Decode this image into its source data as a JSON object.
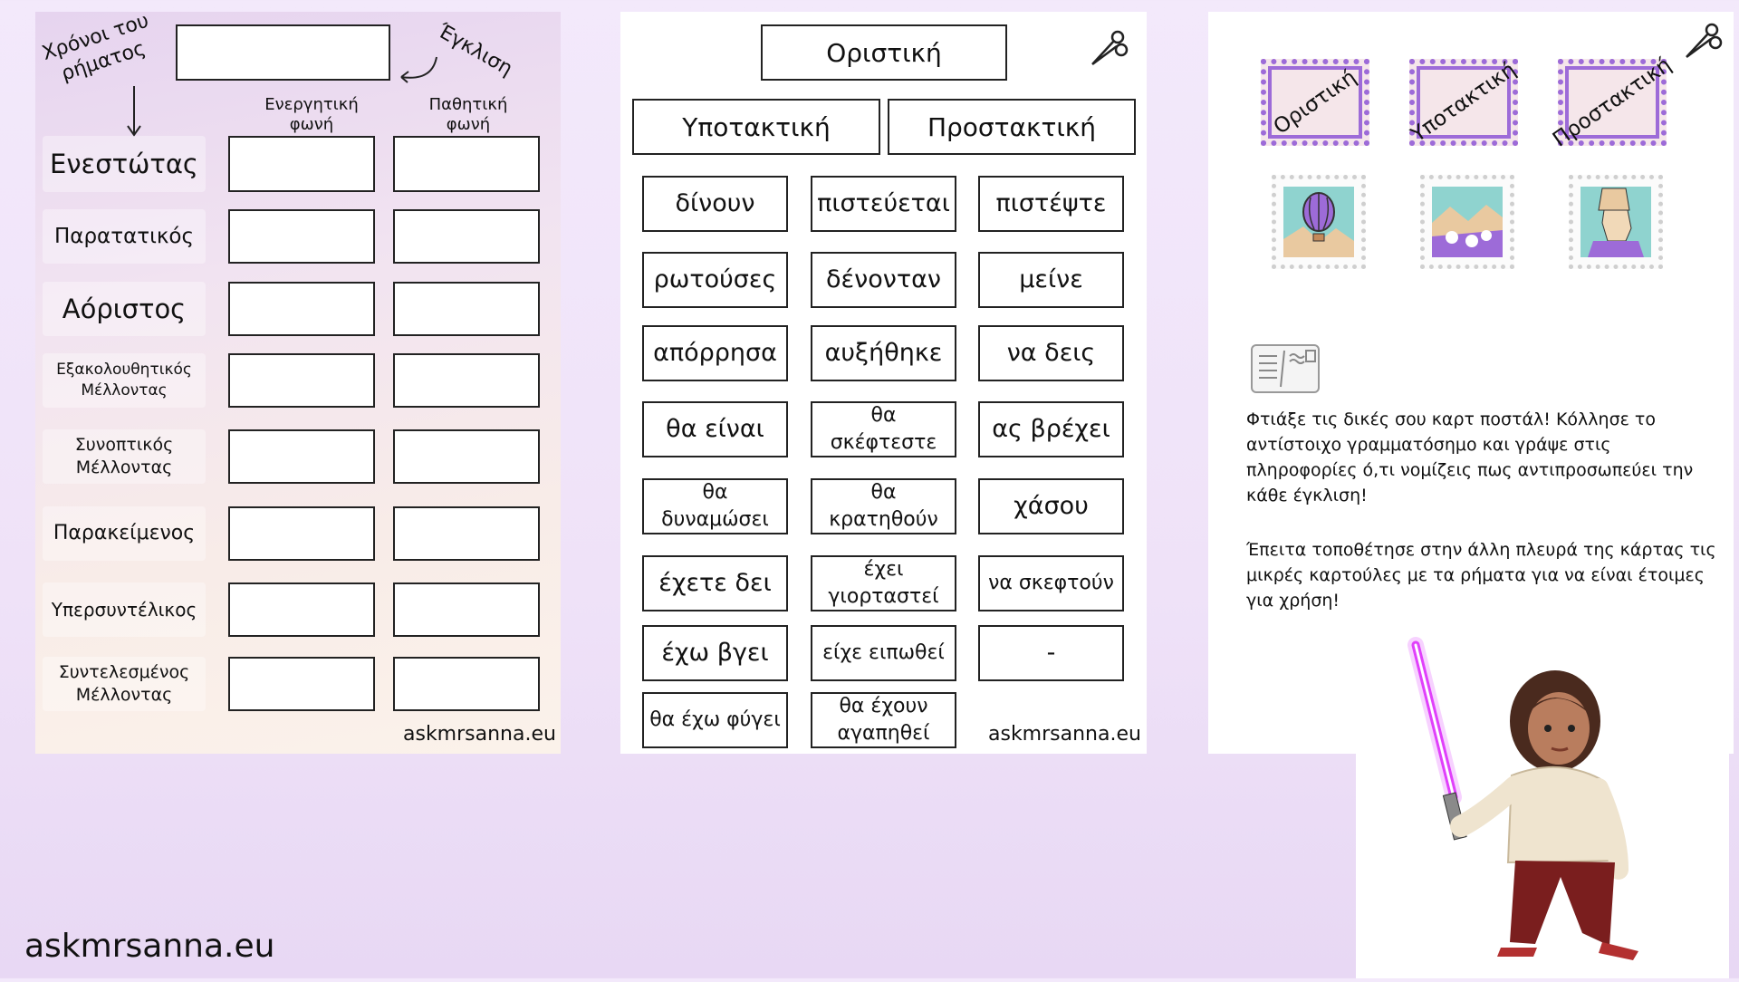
{
  "panel1": {
    "tenses_label": "Χρόνοι του ρήματος",
    "mood_label": "Έγκλιση",
    "active_voice": "Ενεργητική φωνή",
    "passive_voice": "Παθητική φωνή",
    "tenses": [
      "Ενεστώτας",
      "Παρατατικός",
      "Αόριστος",
      "Εξακολουθητικός Μέλλοντας",
      "Συνοπτικός Μέλλοντας",
      "Παρακείμενος",
      "Υπερσυντέλικος",
      "Συντελεσμένος Μέλλοντας"
    ],
    "site": "askmrsanna.eu"
  },
  "panel2": {
    "moods": [
      "Οριστική",
      "Υποτακτική",
      "Προστακτική"
    ],
    "words": [
      "δίνουν",
      "πιστεύεται",
      "πιστέψτε",
      "ρωτούσες",
      "δένονταν",
      "μείνε",
      "απόρρησα",
      "αυξήθηκε",
      "να δεις",
      "θα είναι",
      "θα σκέφτεστε",
      "ας βρέχει",
      "θα δυναμώσει",
      "θα κρατηθούν",
      "χάσου",
      "έχετε δει",
      "έχει γιορταστεί",
      "να σκεφτούν",
      "έχω βγει",
      "είχε ειπωθεί",
      "-",
      "θα έχω φύγει",
      "θα έχουν αγαπηθεί"
    ],
    "site": "askmrsanna.eu"
  },
  "panel3": {
    "stamps": [
      "Οριστική",
      "Υποτακτική",
      "Προστακτική"
    ],
    "instructions_1": "Φτιάξε τις δικές σου καρτ ποστάλ! Κόλλησε το αντίστοιχο γραμματόσημο και γράψε στις πληροφορίες ό,τι νομίζεις πως αντιπροσωπεύει την κάθε έγκλιση!",
    "instructions_2": "Έπειτα τοποθέτησε στην άλλη πλευρά της κάρτας τις μικρές καρτούλες με τα ρήματα για να είναι έτοιμες για χρήση!"
  },
  "footer_site": "askmrsanna.eu",
  "colors": {
    "stamp_border": "#9d6bd8",
    "lightsaber": "#e040fb"
  }
}
